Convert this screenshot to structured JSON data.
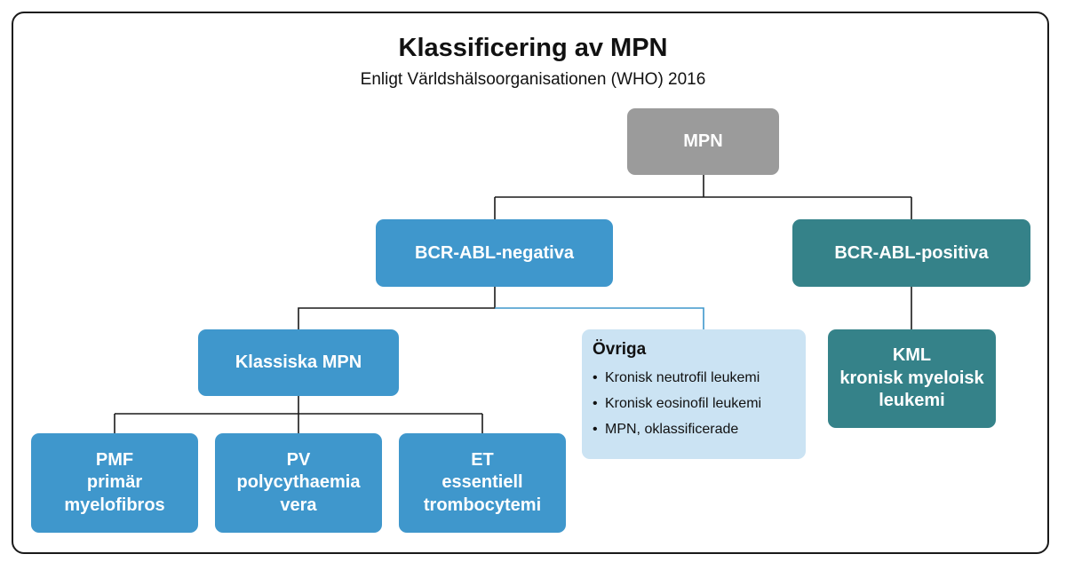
{
  "title": "Klassificering av MPN",
  "subtitle": "Enligt Världshälsoorganisationen (WHO) 2016",
  "colors": {
    "root": "#9b9b9b",
    "negative_branch": "#3f97cc",
    "positive_branch": "#358289",
    "other_box": "#cbe3f3",
    "connector": "#1a1a1a",
    "connector_light": "#3f97cc"
  },
  "nodes": {
    "root": {
      "label": "MPN"
    },
    "negativa": {
      "label": "BCR-ABL-negativa"
    },
    "positiva": {
      "label": "BCR-ABL-positiva"
    },
    "klassiska": {
      "label": "Klassiska MPN"
    },
    "ovriga": {
      "heading": "Övriga",
      "bullet": "•",
      "items": [
        "Kronisk neutrofil leukemi",
        "Kronisk eosinofil leukemi",
        "MPN, oklassificerade"
      ]
    },
    "kml": {
      "lines": [
        "KML",
        "kronisk myeloisk",
        "leukemi"
      ]
    },
    "pmf": {
      "lines": [
        "PMF",
        "primär",
        "myelofibros"
      ]
    },
    "pv": {
      "lines": [
        "PV",
        "polycythaemia",
        "vera"
      ]
    },
    "et": {
      "lines": [
        "ET",
        "essentiell",
        "trombocytemi"
      ]
    }
  }
}
